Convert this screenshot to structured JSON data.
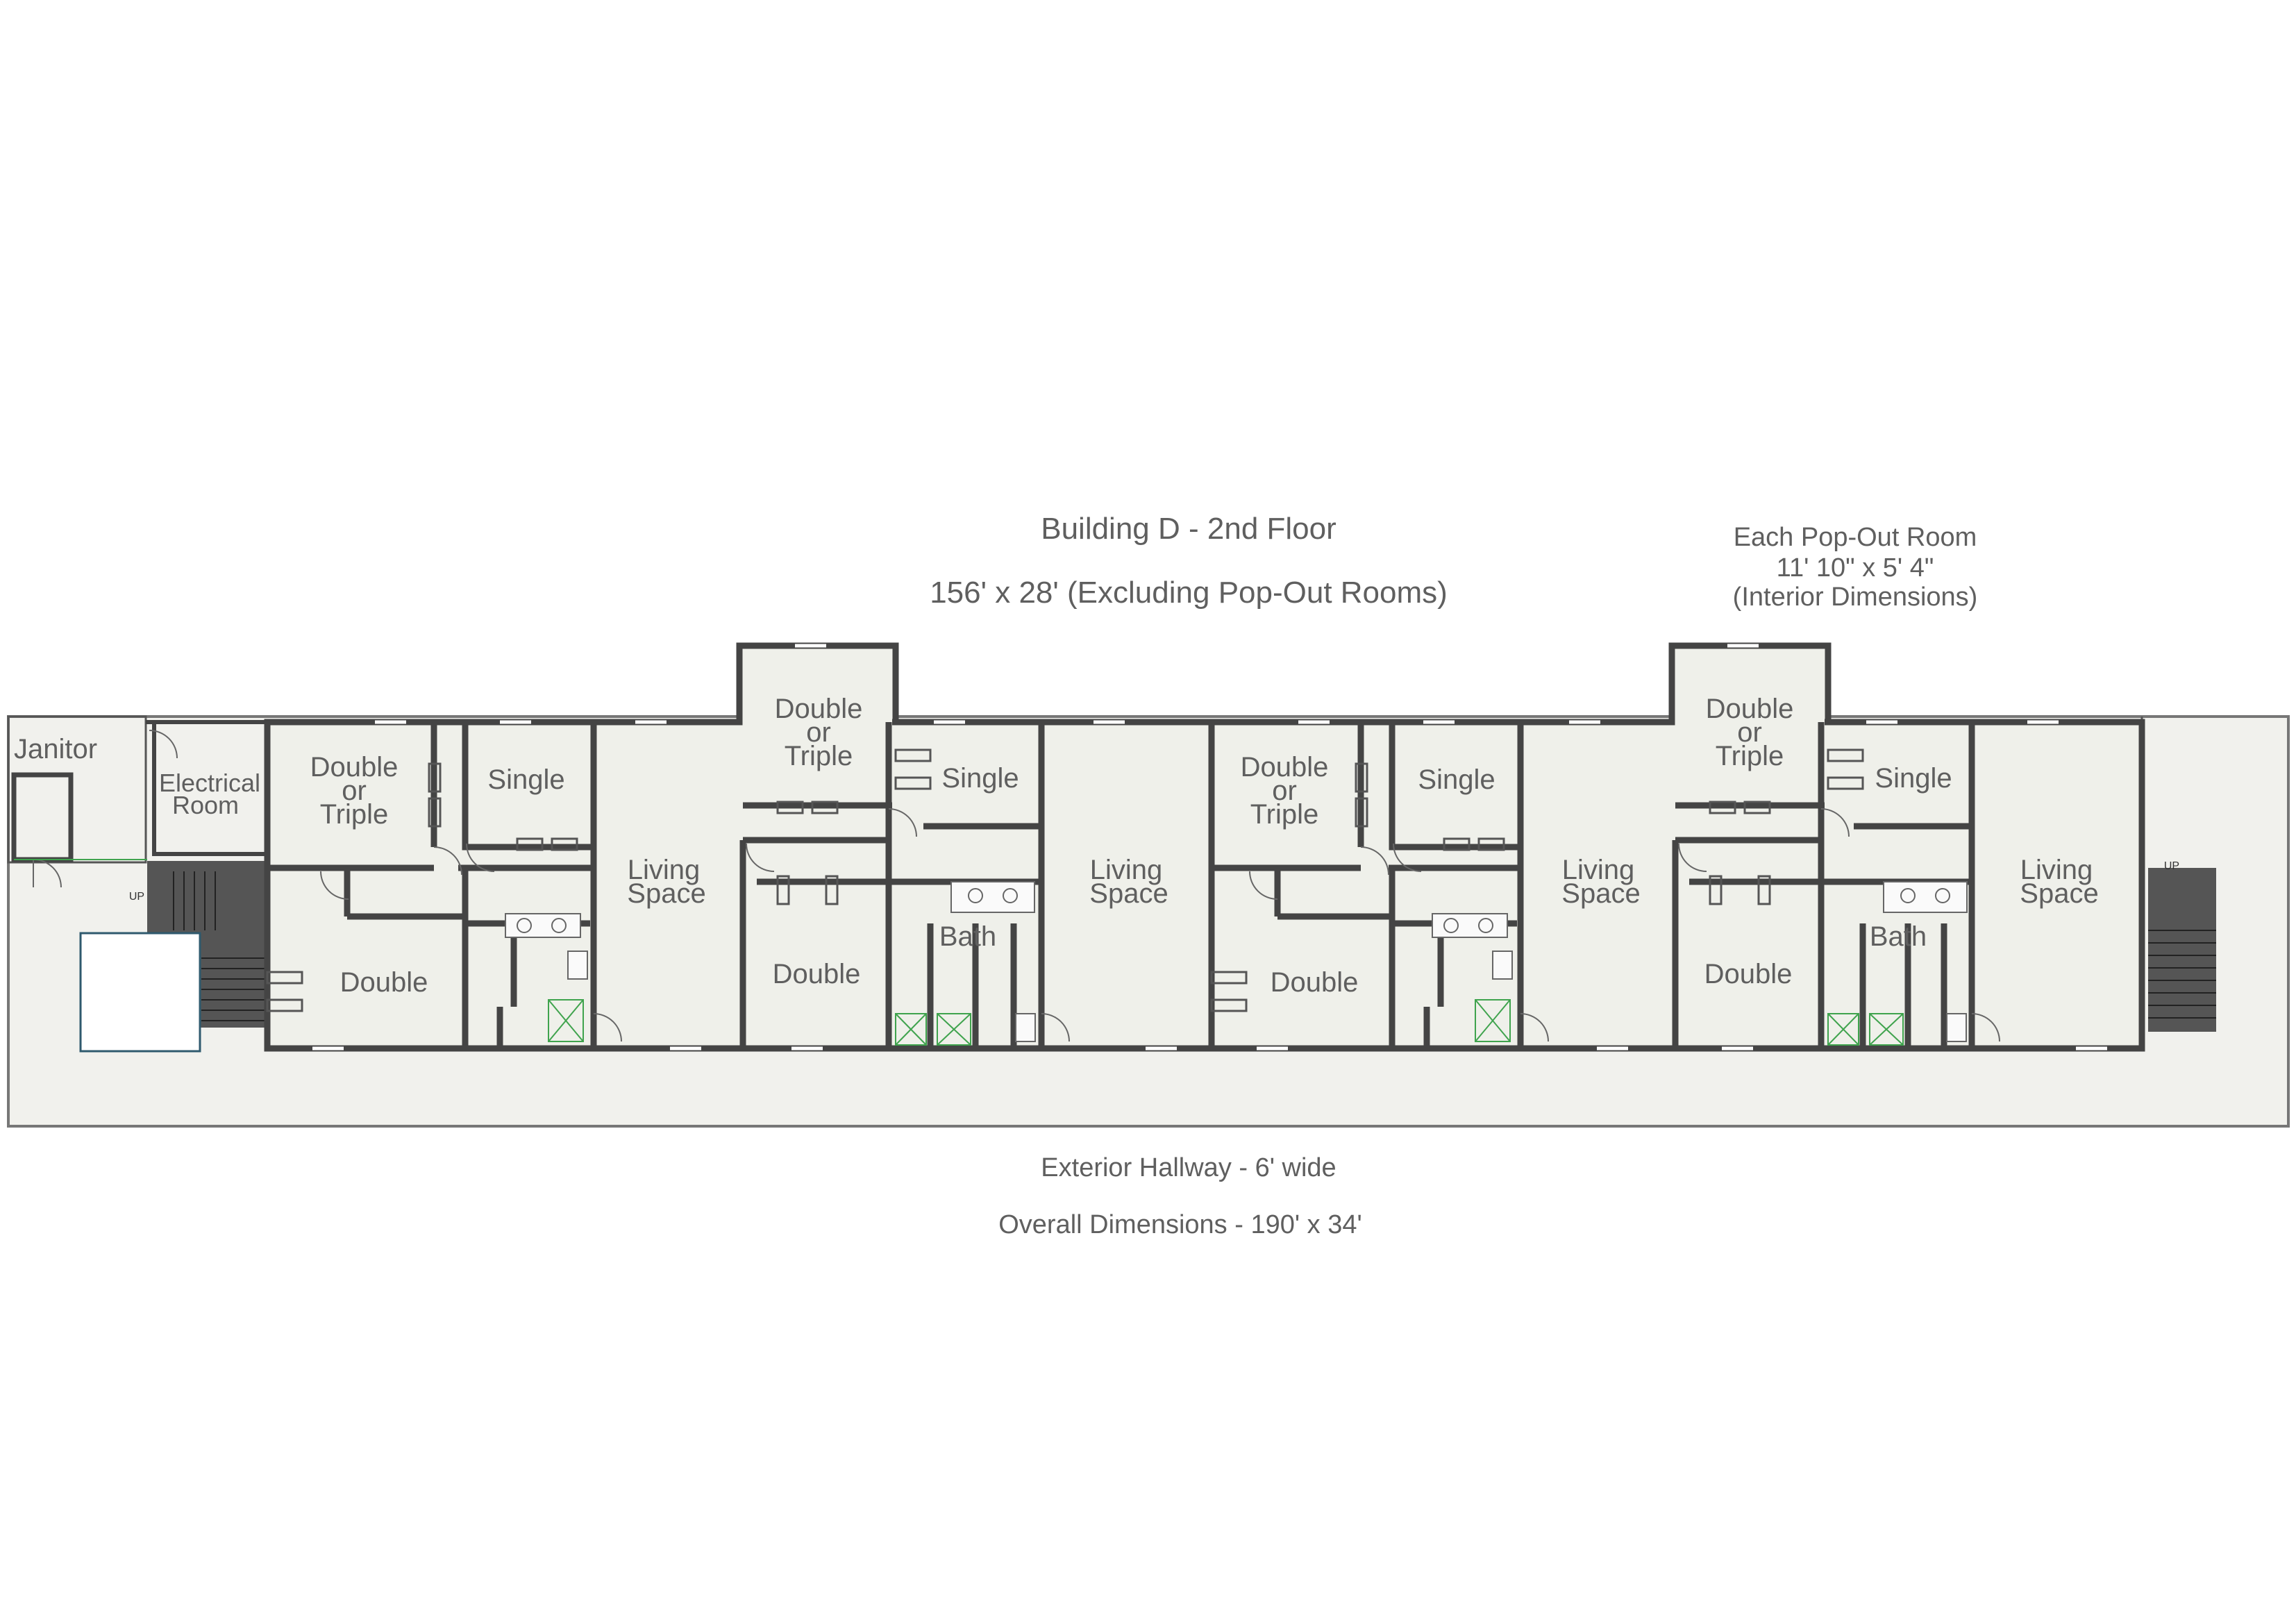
{
  "title": "Building D - 2nd Floor",
  "dimensions": "156' x 28' (Excluding Pop-Out Rooms)",
  "popout_note": {
    "line1": "Each Pop-Out Room",
    "line2": "11' 10\" x 5' 4\"",
    "line3": "(Interior Dimensions)"
  },
  "hallway_note": "Exterior Hallway - 6' wide",
  "overall_note": "Overall Dimensions - 190' x 34'",
  "stair_label": "UP",
  "rooms": {
    "janitor": "Janitor",
    "electrical": [
      "Electrical",
      "Room"
    ],
    "double": "Double",
    "double_or_triple": [
      "Double",
      "or",
      "Triple"
    ],
    "single": "Single",
    "living": [
      "Living",
      "Space"
    ],
    "bath": "Bath"
  }
}
